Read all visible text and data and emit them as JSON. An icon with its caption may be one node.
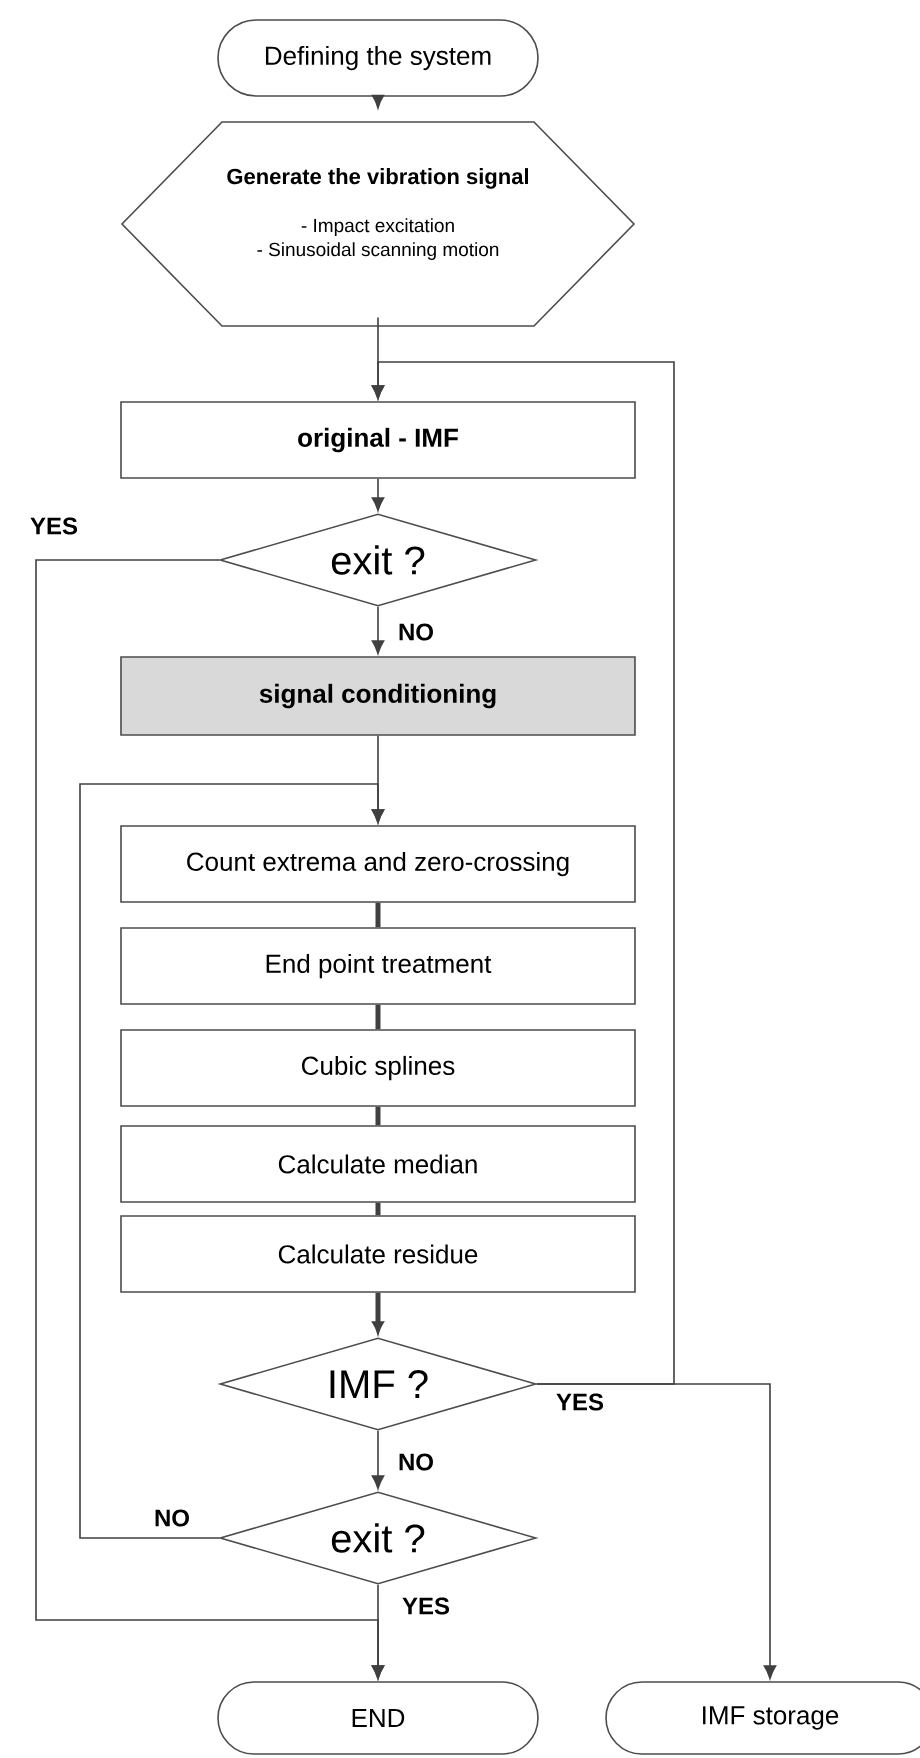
{
  "diagram": {
    "nodes": [
      {
        "text": [
          "Defining the system"
        ]
      },
      {
        "text": [
          "Generate the vibration signal",
          "- Impact excitation",
          "- Sinusoidal scanning motion"
        ]
      },
      {
        "text": [
          "original - IMF"
        ]
      },
      {
        "text": [
          "exit ?"
        ]
      },
      {
        "text": [
          "signal conditioning"
        ]
      },
      {
        "text": [
          "Count extrema and zero-crossing"
        ]
      },
      {
        "text": [
          "End point treatment"
        ]
      },
      {
        "text": [
          "Cubic splines"
        ]
      },
      {
        "text": [
          "Calculate median"
        ]
      },
      {
        "text": [
          "Calculate residue"
        ]
      },
      {
        "text": [
          "IMF ?"
        ]
      },
      {
        "text": [
          "exit ?"
        ]
      },
      {
        "text": [
          "END"
        ]
      },
      {
        "text": [
          "IMF storage"
        ]
      }
    ],
    "edges": [
      {
        "from": 0,
        "to": 1,
        "arrow": "to"
      },
      {
        "from": 1,
        "to": 2,
        "arrow": "to"
      },
      {
        "from": 2,
        "to": 3,
        "arrow": "to"
      },
      {
        "from": 3,
        "to": 4,
        "arrow": "to",
        "label": "NO"
      },
      {
        "from": 3,
        "to": 12,
        "arrow": "to",
        "label": "YES"
      },
      {
        "from": 4,
        "to": 5,
        "arrow": "to"
      },
      {
        "from": 5,
        "to": 6,
        "arrow": "none",
        "style": "thick"
      },
      {
        "from": 6,
        "to": 7,
        "arrow": "none",
        "style": "thick"
      },
      {
        "from": 7,
        "to": 8,
        "arrow": "none",
        "style": "thick"
      },
      {
        "from": 8,
        "to": 9,
        "arrow": "none",
        "style": "thick"
      },
      {
        "from": 9,
        "to": 10,
        "arrow": "to",
        "style": "thick"
      },
      {
        "from": 10,
        "to": 11,
        "arrow": "to",
        "label": "NO"
      },
      {
        "from": 11,
        "to": 5,
        "arrow": "to",
        "label": "NO"
      },
      {
        "from": 10,
        "to": 2,
        "arrow": "to"
      },
      {
        "from": 10,
        "to": 13,
        "arrow": "to",
        "label": "YES"
      },
      {
        "from": 11,
        "to": 12,
        "arrow": "to",
        "label": "YES"
      }
    ]
  }
}
